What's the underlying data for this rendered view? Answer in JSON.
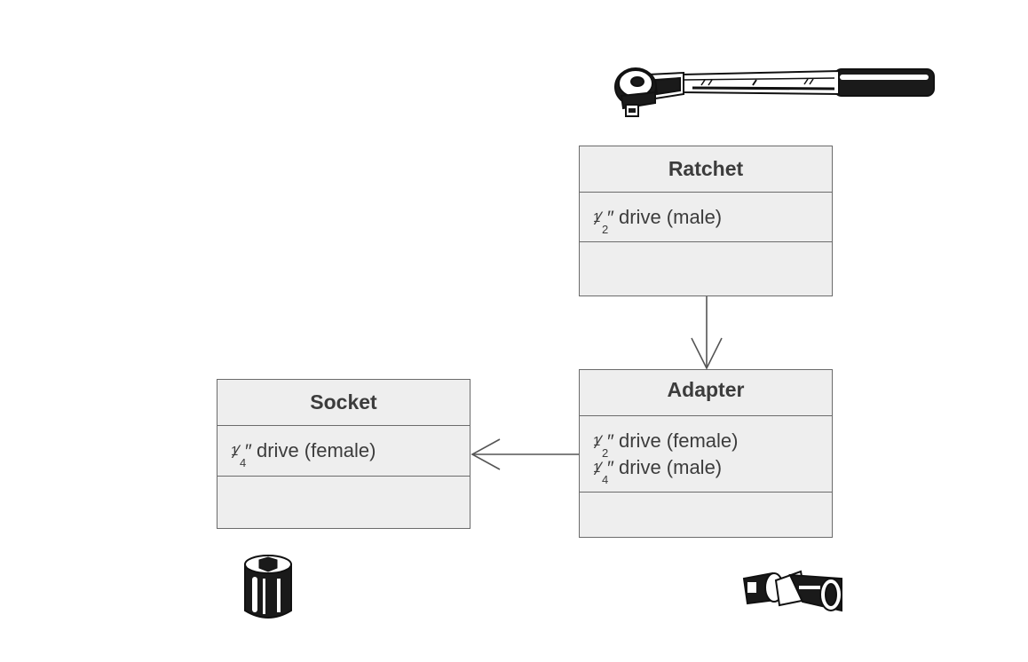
{
  "classes": {
    "ratchet": {
      "name": "Ratchet",
      "attributes": [
        {
          "num": "1",
          "den": "2",
          "mark": "″",
          "text": "drive (male)"
        }
      ]
    },
    "adapter": {
      "name": "Adapter",
      "attributes": [
        {
          "num": "1",
          "den": "2",
          "mark": "″",
          "text": "drive (female)"
        },
        {
          "num": "1",
          "den": "4",
          "mark": "″",
          "text": "drive (male)"
        }
      ]
    },
    "socket": {
      "name": "Socket",
      "attributes": [
        {
          "num": "1",
          "den": "4",
          "mark": "″",
          "text": "drive (female)"
        }
      ]
    }
  },
  "illustrations": {
    "ratchet": "ratchet-wrench-illustration",
    "socket": "socket-illustration",
    "adapter": "universal-joint-adapter-illustration"
  },
  "colors": {
    "box_fill": "#eeeeee",
    "box_border": "#6b6b6b",
    "text": "#3c3c3c",
    "connector": "#555555"
  }
}
